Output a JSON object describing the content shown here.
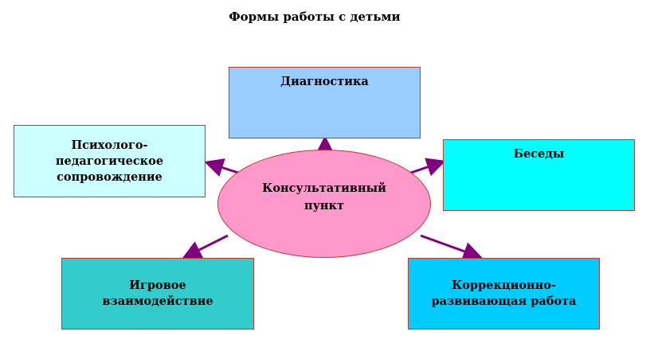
{
  "title": "Формы работы с детьми",
  "center": {
    "line1": "Консультативный",
    "line2": "пункт"
  },
  "nodes": {
    "diagnostics": {
      "line1": "Диагностика"
    },
    "psych": {
      "line1": "Психолого-",
      "line2": "педагогическое",
      "line3": "сопровождение"
    },
    "talks": {
      "line1": "Беседы"
    },
    "game": {
      "line1": "Игровое",
      "line2": "взаимодействие"
    },
    "correction": {
      "line1": "Коррекционно-",
      "line2": "развивающая работа"
    }
  },
  "colors": {
    "arrow": "#800080",
    "ellipse": "#ff99cc",
    "border": "#c0392b"
  }
}
